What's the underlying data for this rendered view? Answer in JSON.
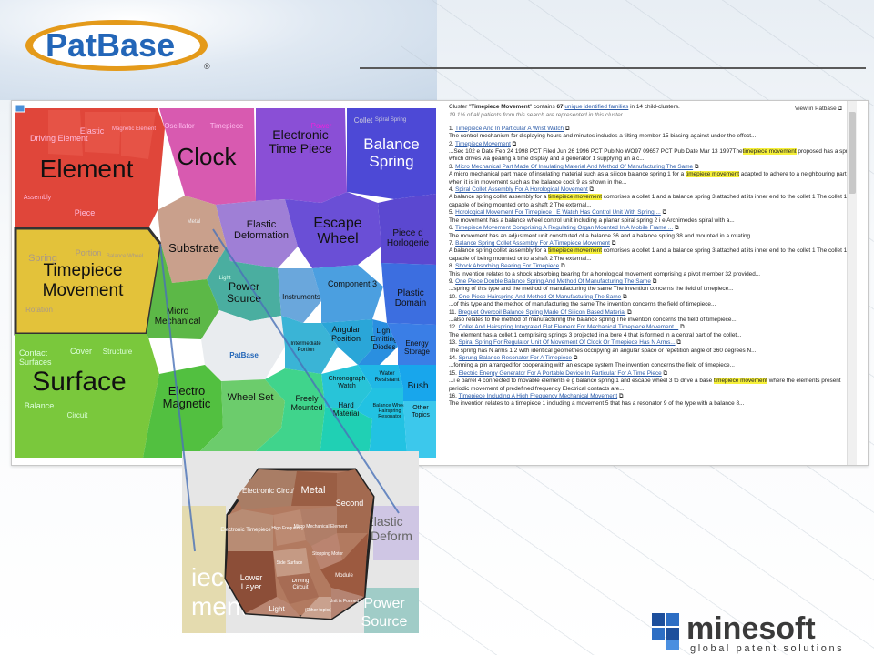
{
  "brand": {
    "patbase": "PatBase",
    "reg": "®",
    "minesoft": "minesoft",
    "tagline": "global patent solutions",
    "center_logo": "PatBase"
  },
  "treemap": {
    "cells": [
      {
        "id": "element",
        "label": "Element",
        "big": true
      },
      {
        "id": "clock",
        "label": "Clock",
        "big": true
      },
      {
        "id": "etp",
        "label": "Electronic Time Piece",
        "big": true
      },
      {
        "id": "balance",
        "label": "Balance Spring",
        "big": true
      },
      {
        "id": "timepiece",
        "label": "Timepiece Movement",
        "big": true
      },
      {
        "id": "substrate",
        "label": "Substrate"
      },
      {
        "id": "elastic",
        "label": "Elastic Deformation"
      },
      {
        "id": "escape",
        "label": "Escape Wheel",
        "big": true
      },
      {
        "id": "piece",
        "label": "Piece d Horlogerie"
      },
      {
        "id": "power",
        "label": "Power Source"
      },
      {
        "id": "instruments",
        "label": "Instruments"
      },
      {
        "id": "component",
        "label": "Component 3"
      },
      {
        "id": "plastic",
        "label": "Plastic Domain"
      },
      {
        "id": "micro",
        "label": "Micro Mechanical"
      },
      {
        "id": "surface",
        "label": "Surface",
        "big": true
      },
      {
        "id": "angular",
        "label": "Angular Position"
      },
      {
        "id": "led",
        "label": "Light Emitting Diodes"
      },
      {
        "id": "energy",
        "label": "Energy Storage"
      },
      {
        "id": "inter",
        "label": "Intermediate Portion"
      },
      {
        "id": "chrono",
        "label": "Chronograph Watch"
      },
      {
        "id": "water",
        "label": "Water Resistant"
      },
      {
        "id": "bush",
        "label": "Bush"
      },
      {
        "id": "electro",
        "label": "Electro Magnetic"
      },
      {
        "id": "wheelset",
        "label": "Wheel Set"
      },
      {
        "id": "freely",
        "label": "Freely Mounted"
      },
      {
        "id": "hard",
        "label": "Hard Material"
      },
      {
        "id": "bwhr",
        "label": "Balance Wheel Hairspring Resonator"
      },
      {
        "id": "other",
        "label": "Other Topics"
      }
    ],
    "sub_labels": [
      "Driving Element",
      "Elastic",
      "Magnetic Element",
      "Assembly",
      "Piece",
      "Oscillator",
      "Timepiece",
      "Power",
      "Collet",
      "Spiral Spring",
      "Spring",
      "Portion",
      "Balance Wheel",
      "Rotation",
      "Contact Surfaces",
      "Cover",
      "Structure",
      "Balance",
      "Circuit",
      "Metal",
      "Light"
    ]
  },
  "inset": {
    "cells": [
      "Electronic Circuit",
      "Metal",
      "Electronic Timepiece",
      "High Frequency",
      "Micro Mechanical Element",
      "Second",
      "Side Surface",
      "Stopping Motor",
      "Lower Layer",
      "Driving Circuit",
      "Module",
      "Light",
      "(Other topics)",
      "Unit is Formed"
    ],
    "outside": [
      "Elastic",
      "Deform",
      "iece",
      "ment",
      "Power",
      "Source"
    ]
  },
  "panel": {
    "cluster_prefix": "Cluster \"",
    "cluster_name": "Timepiece Movement",
    "cluster_mid": "\" contains ",
    "count": "67",
    "families_link": "unique identified families",
    "cluster_suffix": " in 14 child-clusters.",
    "subtitle": "19.1% of all patients from this search are represented in this cluster.",
    "view_in": "View in Patbase",
    "results": [
      {
        "n": "1.",
        "title": "Timepiece And In Particular A Wrist Watch",
        "desc": "The control mechanism for displaying hours and minutes includes a tilting member 15 biasing against under the effect..."
      },
      {
        "n": "2.",
        "title": "Timepiece Movement",
        "desc": "...Sec 102 e Date Feb 24 1998 PCT Filed Jun 26 1996 PCT Pub No WO97 09657 PCT Pub Date Mar 13 1997The",
        "hl": "timepiece movement",
        "desc2": " proposed has a spring which drives via gearing a time display and a generator 1 supplying an a c..."
      },
      {
        "n": "3.",
        "title": "Micro Mechanical Part Made Of Insulating Material And Method Of Manufacturing The Same",
        "desc": "A micro mechanical part made of insulating material such as a silicon balance spring 1 for a ",
        "hl": "timepiece movement",
        "desc2": " adapted to adhere to a neighbouring part when it is in movement such as the balance cock 9 as shown in the..."
      },
      {
        "n": "4.",
        "title": "Spiral Collet Assembly For A Horological Movement",
        "desc": "A balance spring collet assembly for a ",
        "hl": "timepiece movement",
        "desc2": " comprises a collet 1 and a balance spring 3 attached at its inner end to the collet 1 The collet 1 is capable of being mounted onto a shaft 2 The external..."
      },
      {
        "n": "5.",
        "title": "Horological Movement For Timepiece I E Watch Has Control Unit With Spring ...",
        "desc": "The movement has a balance wheel control unit including a planar spiral spring 2 i e Archimedes spiral with a..."
      },
      {
        "n": "6.",
        "title": "Timepiece Movement Comprising A Regulating Organ Mounted In A Mobile Frame ...",
        "desc": "The movement has an adjustment unit constituted of a balance 36 and a balance spring 38 and mounted in a rotating..."
      },
      {
        "n": "7.",
        "title": "Balance Spring Collet Assembly For A Timepiece Movement",
        "desc": "A balance spring collet assembly for a ",
        "hl": "timepiece movement",
        "desc2": " comprises a collet 1 and a balance spring 3 attached at its inner end to the collet 1 The collet 1 is capable of being mounted onto a shaft 2 The external..."
      },
      {
        "n": "8.",
        "title": "Shock Absorbing Bearing For Timepiece",
        "desc": "This invention relates to a shock absorbing bearing for a horological movement comprising a pivot member 32 provided..."
      },
      {
        "n": "9.",
        "title": "One Piece Double Balance Spring And Method Of Manufacturing The Same",
        "desc": "...spring of this type and the method of manufacturing the same The invention concerns the field of timepiece..."
      },
      {
        "n": "10.",
        "title": "One Piece Hairspring And Method Of Manufacturing The Same",
        "desc": "...of this type and the method of manufacturing the same The invention concerns the field of timepiece..."
      },
      {
        "n": "11.",
        "title": "Breguet Overcoil Balance Spring Made Of Silicon Based Material",
        "desc": "...also relates to the method of manufacturing the balance spring The invention concerns the field of timepiece..."
      },
      {
        "n": "12.",
        "title": "Collet And Hairspring Integrated Flat Element For Mechanical Timepiece Movement...",
        "desc": "The element has a collet 1 comprising springs 3 projected in a bore 4 that is formed in a central part of the collet..."
      },
      {
        "n": "13.",
        "title": "Spiral Spring For Regulator Unit Of Movement Of Clock Or Timepiece Has N Arms...",
        "desc": "The spring has N arms 1 2 with identical geometries occupying an angular space or repetition angle of 360 degrees N..."
      },
      {
        "n": "14.",
        "title": "Sprung Balance Resonator For A Timepiece",
        "desc": "...forming a pin arranged for cooperating with an escape system The invention concerns the field of timepiece..."
      },
      {
        "n": "15.",
        "title": "Electric Energy Generator For A Portable Device In Particular For A Time Piece",
        "desc": "...i e barrel 4 connected to movable elements e g balance spring 1 and escape wheel 3 to drive a base ",
        "hl": "timepiece movement",
        "desc2": " where the elements present periodic movement of predefined frequency Electrical contacts are..."
      },
      {
        "n": "16.",
        "title": "Timepiece Including A High Frequency Mechanical Movement",
        "desc": "The invention relates to a timepiece 1 including a movement 5 that has a resonator 9 of the type with a balance 8..."
      }
    ]
  },
  "colors": {
    "red": "#e0463a",
    "pink": "#d85ab0",
    "violet": "#8a4fd6",
    "blue": "#4d49d6",
    "yellow": "#e3c23a",
    "tan": "#c9a08c",
    "green": "#7ac83c",
    "teal": "#4aaea0",
    "lightblue": "#4b9fe0",
    "cyan": "#28c4c8"
  }
}
